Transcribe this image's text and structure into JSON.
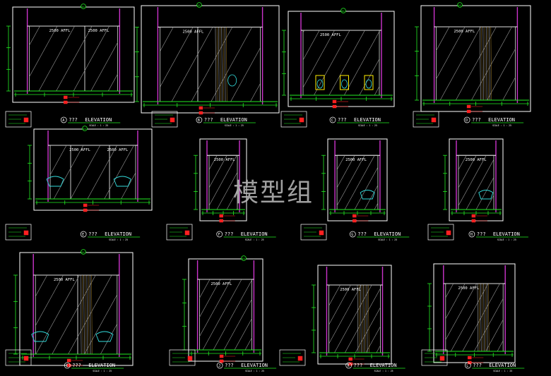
{
  "watermark": "模型组",
  "colors": {
    "bg": "#000000",
    "wall": "#ffffff",
    "glass": "#d6d6d6",
    "magenta": "#cc33cc",
    "green": "#22ee22",
    "red": "#ff2020",
    "yellow": "#ffee00",
    "cyan": "#33dddd"
  },
  "elevation_word": "ELEVATION",
  "scale_text": "SCALE : 1 ⁠: 25",
  "panels": [
    {
      "letter": "A",
      "qmark": "???",
      "level": "2500 AFFL",
      "level2": "2500 AFFL",
      "grid": "44",
      "fixtures": "none"
    },
    {
      "letter": "B",
      "qmark": "???",
      "level": "2500 AFFL",
      "grid": "45",
      "fixtures": "urinal"
    },
    {
      "letter": "C",
      "qmark": "???",
      "level": "2500 AFFL",
      "grid": "44",
      "fixtures": "urinals3"
    },
    {
      "letter": "D",
      "qmark": "???",
      "level": "2500 AFFL",
      "grid": "46",
      "fixtures": "none"
    },
    {
      "letter": "E",
      "qmark": "???",
      "level": "2500 AFFL",
      "level2": "2500 AFFL",
      "grid": "44",
      "fixtures": "basins"
    },
    {
      "letter": "F",
      "qmark": "???",
      "level": "2500 AFFL",
      "grid": "",
      "fixtures": "none"
    },
    {
      "letter": "G",
      "qmark": "???",
      "level": "2500 AFFL",
      "grid": "",
      "fixtures": "basin"
    },
    {
      "letter": "H",
      "qmark": "???",
      "level": "2500 AFFL",
      "grid": "",
      "fixtures": "basin"
    },
    {
      "letter": "I",
      "qmark": "???",
      "level": "2500 AFFL",
      "grid": "44",
      "fixtures": "basins"
    },
    {
      "letter": "J",
      "qmark": "???",
      "level": "2500 AFFL",
      "grid": "44",
      "fixtures": "none"
    },
    {
      "letter": "K",
      "qmark": "???",
      "level": "2500 AFFL",
      "grid": "",
      "fixtures": "none"
    },
    {
      "letter": "L",
      "qmark": "???",
      "level": "2500 AFFL",
      "grid": "",
      "fixtures": "none"
    }
  ]
}
